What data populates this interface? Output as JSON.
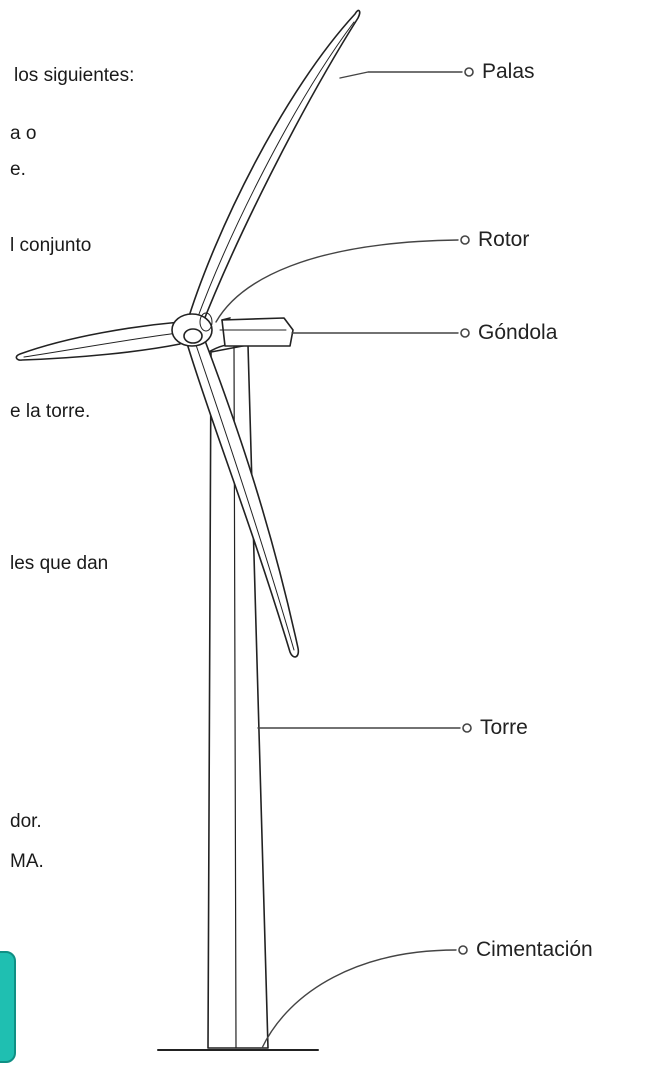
{
  "text_fragments": [
    "los siguientes:",
    "a o",
    "e.",
    "l conjunto",
    "e la torre.",
    "les que dan",
    "dor.",
    "MA."
  ],
  "parts": {
    "palas": "Palas",
    "rotor": "Rotor",
    "gondola": "Góndola",
    "torre": "Torre",
    "cimentacion": "Cimentación"
  },
  "colors": {
    "accent": "#1fbfb1",
    "line": "#222222"
  }
}
